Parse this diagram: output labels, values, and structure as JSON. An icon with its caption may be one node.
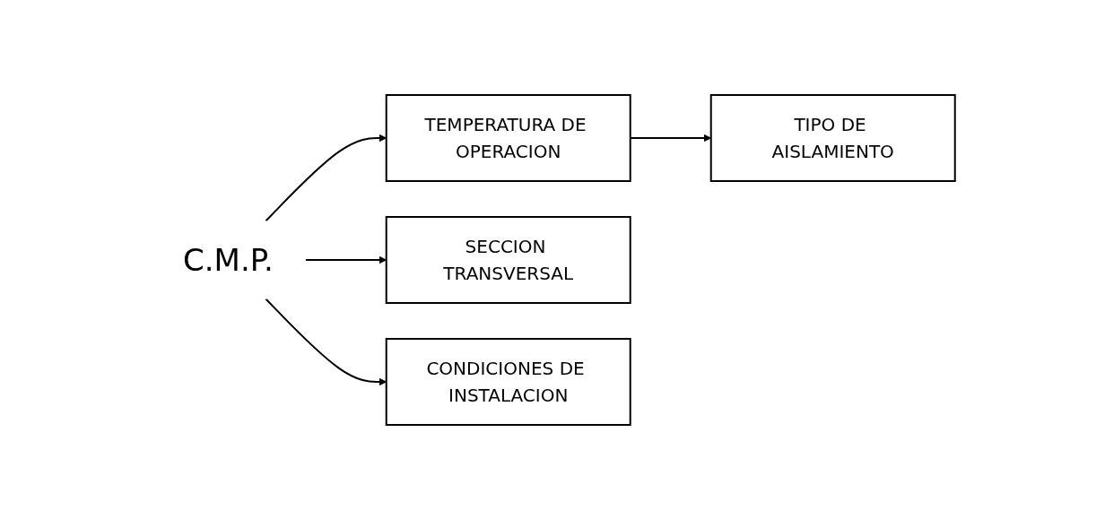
{
  "diagram": {
    "nodes": [
      {
        "text": [
          "C.M.P."
        ]
      },
      {
        "text": [
          "TEMPERATURA DE OPERACION"
        ]
      },
      {
        "text": [
          "TIPO DE AISLAMIENTO"
        ]
      },
      {
        "text": [
          "SECCION TRANSVERSAL"
        ]
      },
      {
        "text": [
          "CONDICIONES DE INSTALACION"
        ]
      }
    ],
    "edges": [
      {
        "from": 0,
        "to": 1,
        "arrow": "to"
      },
      {
        "from": 1,
        "to": 2,
        "arrow": "to"
      },
      {
        "from": 0,
        "to": 3,
        "arrow": "to"
      },
      {
        "from": 0,
        "to": 4,
        "arrow": "to"
      }
    ]
  }
}
